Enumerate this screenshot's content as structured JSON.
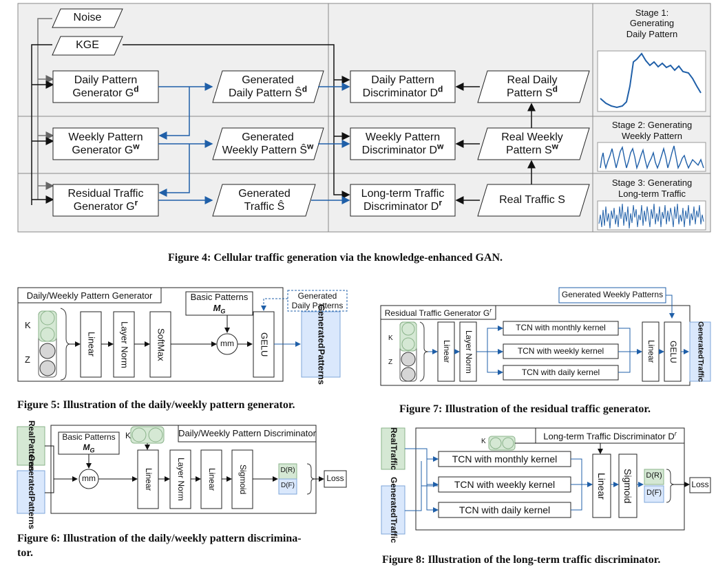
{
  "colors": {
    "bg": "#efefef",
    "blue": "#1f5fa8",
    "green": "#d5e8d4",
    "lightblue": "#dae8fc",
    "dark": "#111111"
  },
  "fig4": {
    "noise": "Noise",
    "kge": "KGE",
    "gen_daily": [
      "Daily Pattern",
      "Generator G",
      "d"
    ],
    "gen_weekly": [
      "Weekly Pattern",
      "Generator G",
      "w"
    ],
    "gen_resid": [
      "Residual Traffic",
      "Generator G",
      "r"
    ],
    "out_daily": [
      "Generated",
      "Daily Pattern Ŝ",
      "d"
    ],
    "out_weekly": [
      "Generated",
      "Weekly Pattern Ŝ",
      "w"
    ],
    "out_traffic": [
      "Generated",
      "Traffic Ŝ"
    ],
    "disc_daily": [
      "Daily Pattern",
      "Discriminator D",
      "d"
    ],
    "disc_weekly": [
      "Weekly Pattern",
      "Discriminator D",
      "w"
    ],
    "disc_long": [
      "Long-term Traffic",
      "Discriminator D",
      "r"
    ],
    "real_daily": [
      "Real Daily",
      "Pattern S",
      "d"
    ],
    "real_weekly": [
      "Real Weekly",
      "Pattern S",
      "w"
    ],
    "real_traffic": "Real Traffic S",
    "stage1": [
      "Stage 1:",
      "Generating",
      "Daily Pattern"
    ],
    "stage2": [
      "Stage 2: Generating",
      "Weekly Pattern"
    ],
    "stage3": [
      "Stage 3: Generating",
      "Long-term Traffic"
    ],
    "caption": "Figure 4: Cellular traffic generation via the knowledge-enhanced GAN."
  },
  "fig5": {
    "title": "Daily/Weekly  Pattern Generator",
    "basic": [
      "Basic  Patterns",
      "M",
      "G"
    ],
    "k": "K",
    "z": "Z",
    "linear": "Linear",
    "layernorm": "Layer Norm",
    "softmax": "SoftMax",
    "mm": "mm",
    "gelu": "GELU",
    "gen_patterns": [
      "Generated",
      "Daily Patterns"
    ],
    "out": [
      "Generated",
      "Patterns"
    ],
    "caption": "Figure 5: Illustration of the daily/weekly pattern generator."
  },
  "fig6": {
    "title": "Daily/Weekly  Pattern Discriminator",
    "real": [
      "Real",
      "Patterns"
    ],
    "gen": [
      "Generated",
      "Patterns"
    ],
    "basic": [
      "Basic  Patterns",
      "M",
      "G"
    ],
    "k": "K",
    "mm": "mm",
    "linear": "Linear",
    "layernorm": "Layer Norm",
    "linear2": "Linear",
    "sigmoid": "Sigmoid",
    "dr": "D(R)",
    "df": "D(F)",
    "loss": "Loss",
    "caption": [
      "Figure 6: Illustration of the daily/weekly pattern discrimina-",
      "tor."
    ]
  },
  "fig7": {
    "title": [
      "Residual Traffic Generator  G",
      "r"
    ],
    "gen_weekly": "Generated Weekly Patterns",
    "k": "K",
    "z": "Z",
    "linear": "Linear",
    "layernorm": "Layer Norm",
    "tcn_m": "TCN with monthly kernel",
    "tcn_w": "TCN  with  weekly  kernel",
    "tcn_d": "TCN with daily kernel",
    "linear2": "Linear",
    "gelu": "GELU",
    "out": [
      "Generated",
      "Traffic"
    ],
    "caption": "Figure 7: Illustration of the residual traffic generator."
  },
  "fig8": {
    "title": [
      "Long-term Traffic Discriminator  D",
      "r"
    ],
    "real": [
      "Real",
      "Traffic"
    ],
    "gen": [
      "Generated",
      "Traffic"
    ],
    "k": "K",
    "tcn_m": "TCN with monthly kernel",
    "tcn_w": "TCN with weekly kernel",
    "tcn_d": "TCN  with  daily  kernel",
    "linear": "Linear",
    "sigmoid": "Sigmoid",
    "dr": "D(R)",
    "df": "D(F)",
    "loss": "Loss",
    "caption": "Figure 8: Illustration of the long-term traffic discriminator."
  }
}
